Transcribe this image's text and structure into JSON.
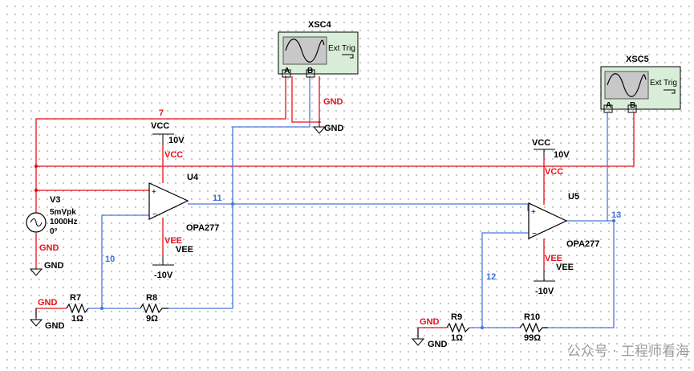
{
  "oscilloscopes": [
    {
      "name": "XSC4",
      "ext_trig_label": "Ext Trig",
      "channel_a": "A",
      "channel_b": "B"
    },
    {
      "name": "XSC5",
      "ext_trig_label": "Ext Trig",
      "channel_a": "A",
      "channel_b": "B"
    }
  ],
  "opamps": [
    {
      "refdes": "U4",
      "model": "OPA277",
      "vcc_net": "VCC",
      "vcc_value": "10V",
      "vcc_label": "VCC",
      "vee_net": "VEE",
      "vee_value": "-10V",
      "vee_label": "VEE"
    },
    {
      "refdes": "U5",
      "model": "OPA277",
      "vcc_net": "VCC",
      "vcc_value": "10V",
      "vcc_label": "VCC",
      "vee_net": "VEE",
      "vee_value": "-10V",
      "vee_label": "VEE"
    }
  ],
  "source": {
    "refdes": "V3",
    "amplitude": "5mVpk",
    "frequency": "1000Hz",
    "phase": "0°",
    "gnd_net": "GND",
    "gnd_label": "GND"
  },
  "resistors": [
    {
      "refdes": "R7",
      "value": "1Ω"
    },
    {
      "refdes": "R8",
      "value": "9Ω"
    },
    {
      "refdes": "R9",
      "value": "1Ω"
    },
    {
      "refdes": "R10",
      "value": "99Ω"
    }
  ],
  "nets": {
    "n7": "7",
    "n10": "10",
    "n11": "11",
    "n12": "12",
    "n13": "13"
  },
  "grounds": {
    "net": "GND",
    "symbol": "GND"
  },
  "watermark": "公众号 · 工程师看海"
}
